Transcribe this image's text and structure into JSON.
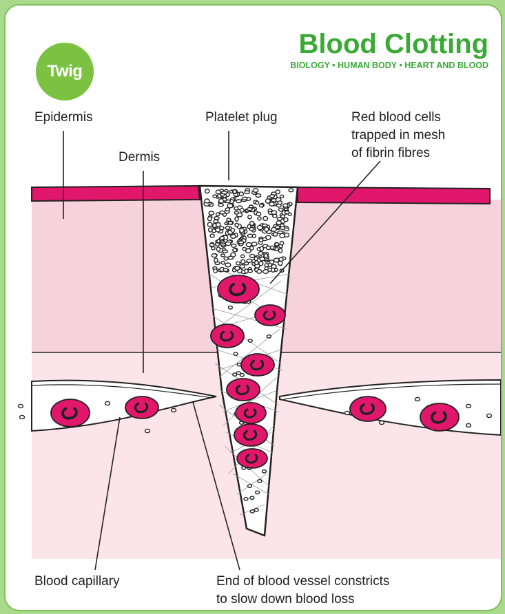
{
  "brand": {
    "logo_text": "Twig"
  },
  "header": {
    "title": "Blood Clotting",
    "breadcrumb": "BIOLOGY • HUMAN BODY • HEART AND BLOOD"
  },
  "labels": {
    "epidermis": "Epidermis",
    "dermis": "Dermis",
    "platelet_plug": "Platelet plug",
    "rbc_line1": "Red blood cells",
    "rbc_line2": "trapped in mesh",
    "rbc_line3": "of fibrin fibres",
    "capillary": "Blood capillary",
    "constrict_line1": "End of blood vessel constricts",
    "constrict_line2": "to slow down blood loss"
  },
  "colors": {
    "frame": "#a9d98a",
    "accent_green": "#3aa935",
    "logo_green": "#7cc242",
    "epidermis": "#e0176a",
    "dermis_upper": "#f6d3dc",
    "dermis_lower": "#fbe4ea",
    "red_cell": "#e0176a",
    "vessel": "#ffffff"
  }
}
